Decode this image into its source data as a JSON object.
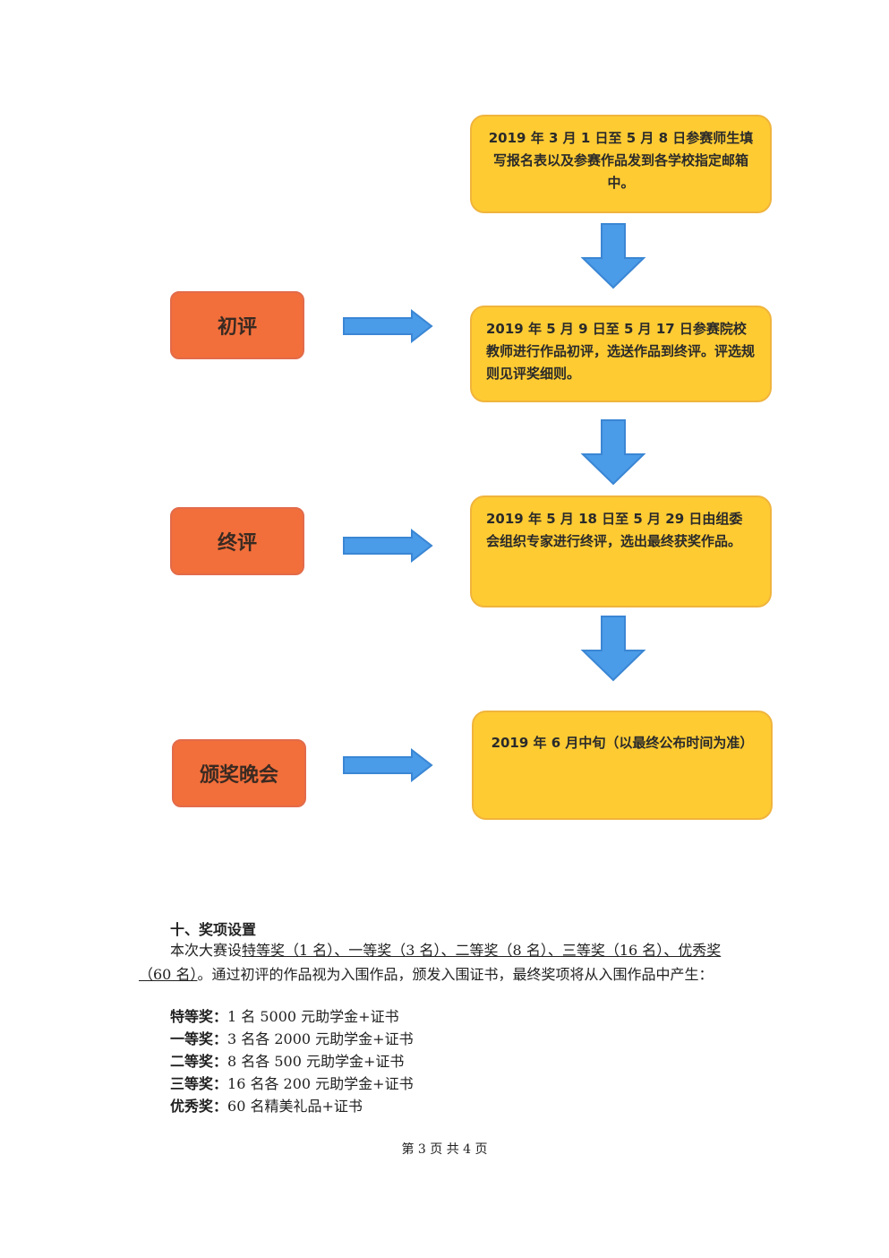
{
  "flow": {
    "steps": [
      "2019 年 3 月 1 日至 5 月 8 日参赛师生填写报名表以及参赛作品发到各学校指定邮箱中。",
      "2019 年 5 月 9 日至 5 月 17 日参赛院校教师进行作品初评，选送作品到终评。评选规则见评奖细则。",
      "2019 年 5 月 18 日至 5 月 29 日由组委会组织专家进行终评，选出最终获奖作品。",
      "2019 年 6 月中旬（以最终公布时间为准）"
    ],
    "stages": [
      "初评",
      "终评",
      "颁奖晚会"
    ]
  },
  "awards_section": {
    "title": "十、奖项设置",
    "intro_pre": "本次大赛设",
    "intro_underlined": "特等奖（1 名）、一等奖（3 名）、二等奖（8 名）、三等奖（16 名）、优秀奖（60 名）",
    "intro_post": "。通过初评的作品视为入围作品，颁发入围证书，最终奖项将从入围作品中产生：",
    "items": [
      {
        "name": "特等奖：",
        "desc": "1 名  5000 元助学金+证书"
      },
      {
        "name": "一等奖：",
        "desc": "3 名各 2000 元助学金+证书"
      },
      {
        "name": "二等奖：",
        "desc": "8 名各 500 元助学金+证书"
      },
      {
        "name": "三等奖：",
        "desc": "16 名各 200 元助学金+证书"
      },
      {
        "name": "优秀奖：",
        "desc": "60 名精美礼品+证书"
      }
    ]
  },
  "footer": {
    "text": "第 3 页 共 4 页"
  },
  "colors": {
    "stage_box": "#f26f3b",
    "info_box": "#fecb33",
    "arrow": "#4a9be8"
  }
}
